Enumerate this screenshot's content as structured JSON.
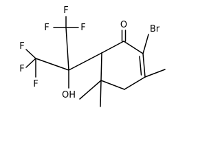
{
  "molecule": {
    "atom_labels": {
      "o_ketone": "O",
      "br": "Br",
      "f1": "F",
      "f2": "F",
      "f3": "F",
      "f4": "F",
      "f5": "F",
      "f6": "F",
      "oh": "OH"
    },
    "colors": {
      "bond": "#000000",
      "label": "#000000",
      "background": "#ffffff"
    }
  }
}
